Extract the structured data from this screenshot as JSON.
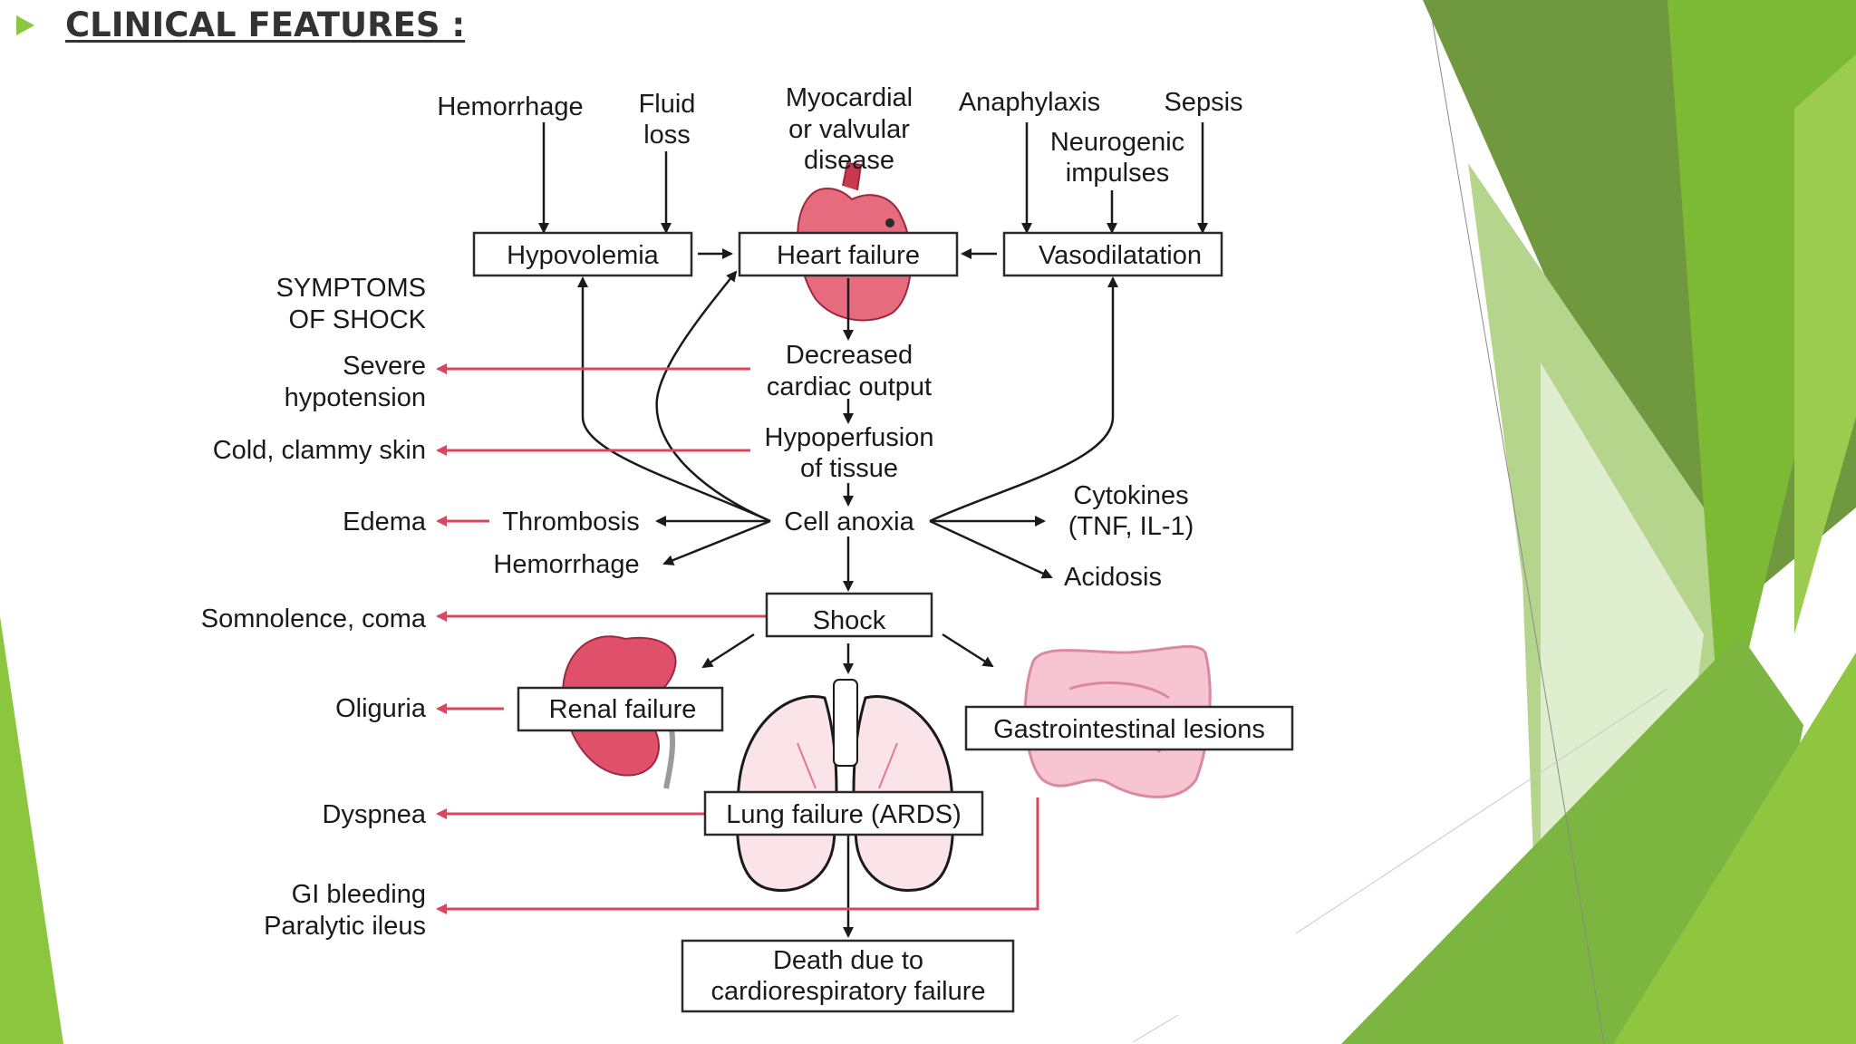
{
  "slide": {
    "heading": "CLINICAL FEATURES :",
    "accent_color": "#8cc63f",
    "bullet_icon": "triangle-bullet"
  },
  "diagram": {
    "causes": {
      "hemorrhage": "Hemorrhage",
      "fluid_loss_1": "Fluid",
      "fluid_loss_2": "loss",
      "myocardial_1": "Myocardial",
      "myocardial_2": "or valvular",
      "myocardial_3": "disease",
      "anaphylaxis": "Anaphylaxis",
      "sepsis": "Sepsis",
      "neurogenic_1": "Neurogenic",
      "neurogenic_2": "impulses"
    },
    "boxes": {
      "hypovolemia": "Hypovolemia",
      "heart_failure": "Heart failure",
      "vasodilatation": "Vasodilatation",
      "shock": "Shock",
      "renal_failure": "Renal failure",
      "gi_lesions": "Gastrointestinal lesions",
      "lung_failure": "Lung failure (ARDS)",
      "death_1": "Death due to",
      "death_2": "cardiorespiratory failure"
    },
    "flow": {
      "decreased_output_1": "Decreased",
      "decreased_output_2": "cardiac output",
      "hypoperfusion_1": "Hypoperfusion",
      "hypoperfusion_2": "of tissue",
      "cell_anoxia": "Cell anoxia",
      "thrombosis": "Thrombosis",
      "hemorrhage": "Hemorrhage",
      "cytokines_1": "Cytokines",
      "cytokines_2": "(TNF, IL-1)",
      "acidosis": "Acidosis"
    },
    "symptoms": {
      "title_1": "SYMPTOMS",
      "title_2": "OF SHOCK",
      "severe_1": "Severe",
      "severe_2": "hypotension",
      "cold_skin": "Cold, clammy skin",
      "edema": "Edema",
      "somnolence": "Somnolence, coma",
      "oliguria": "Oliguria",
      "dyspnea": "Dyspnea",
      "gi_bleeding": "GI bleeding",
      "paralytic_ileus": "Paralytic ileus"
    }
  }
}
